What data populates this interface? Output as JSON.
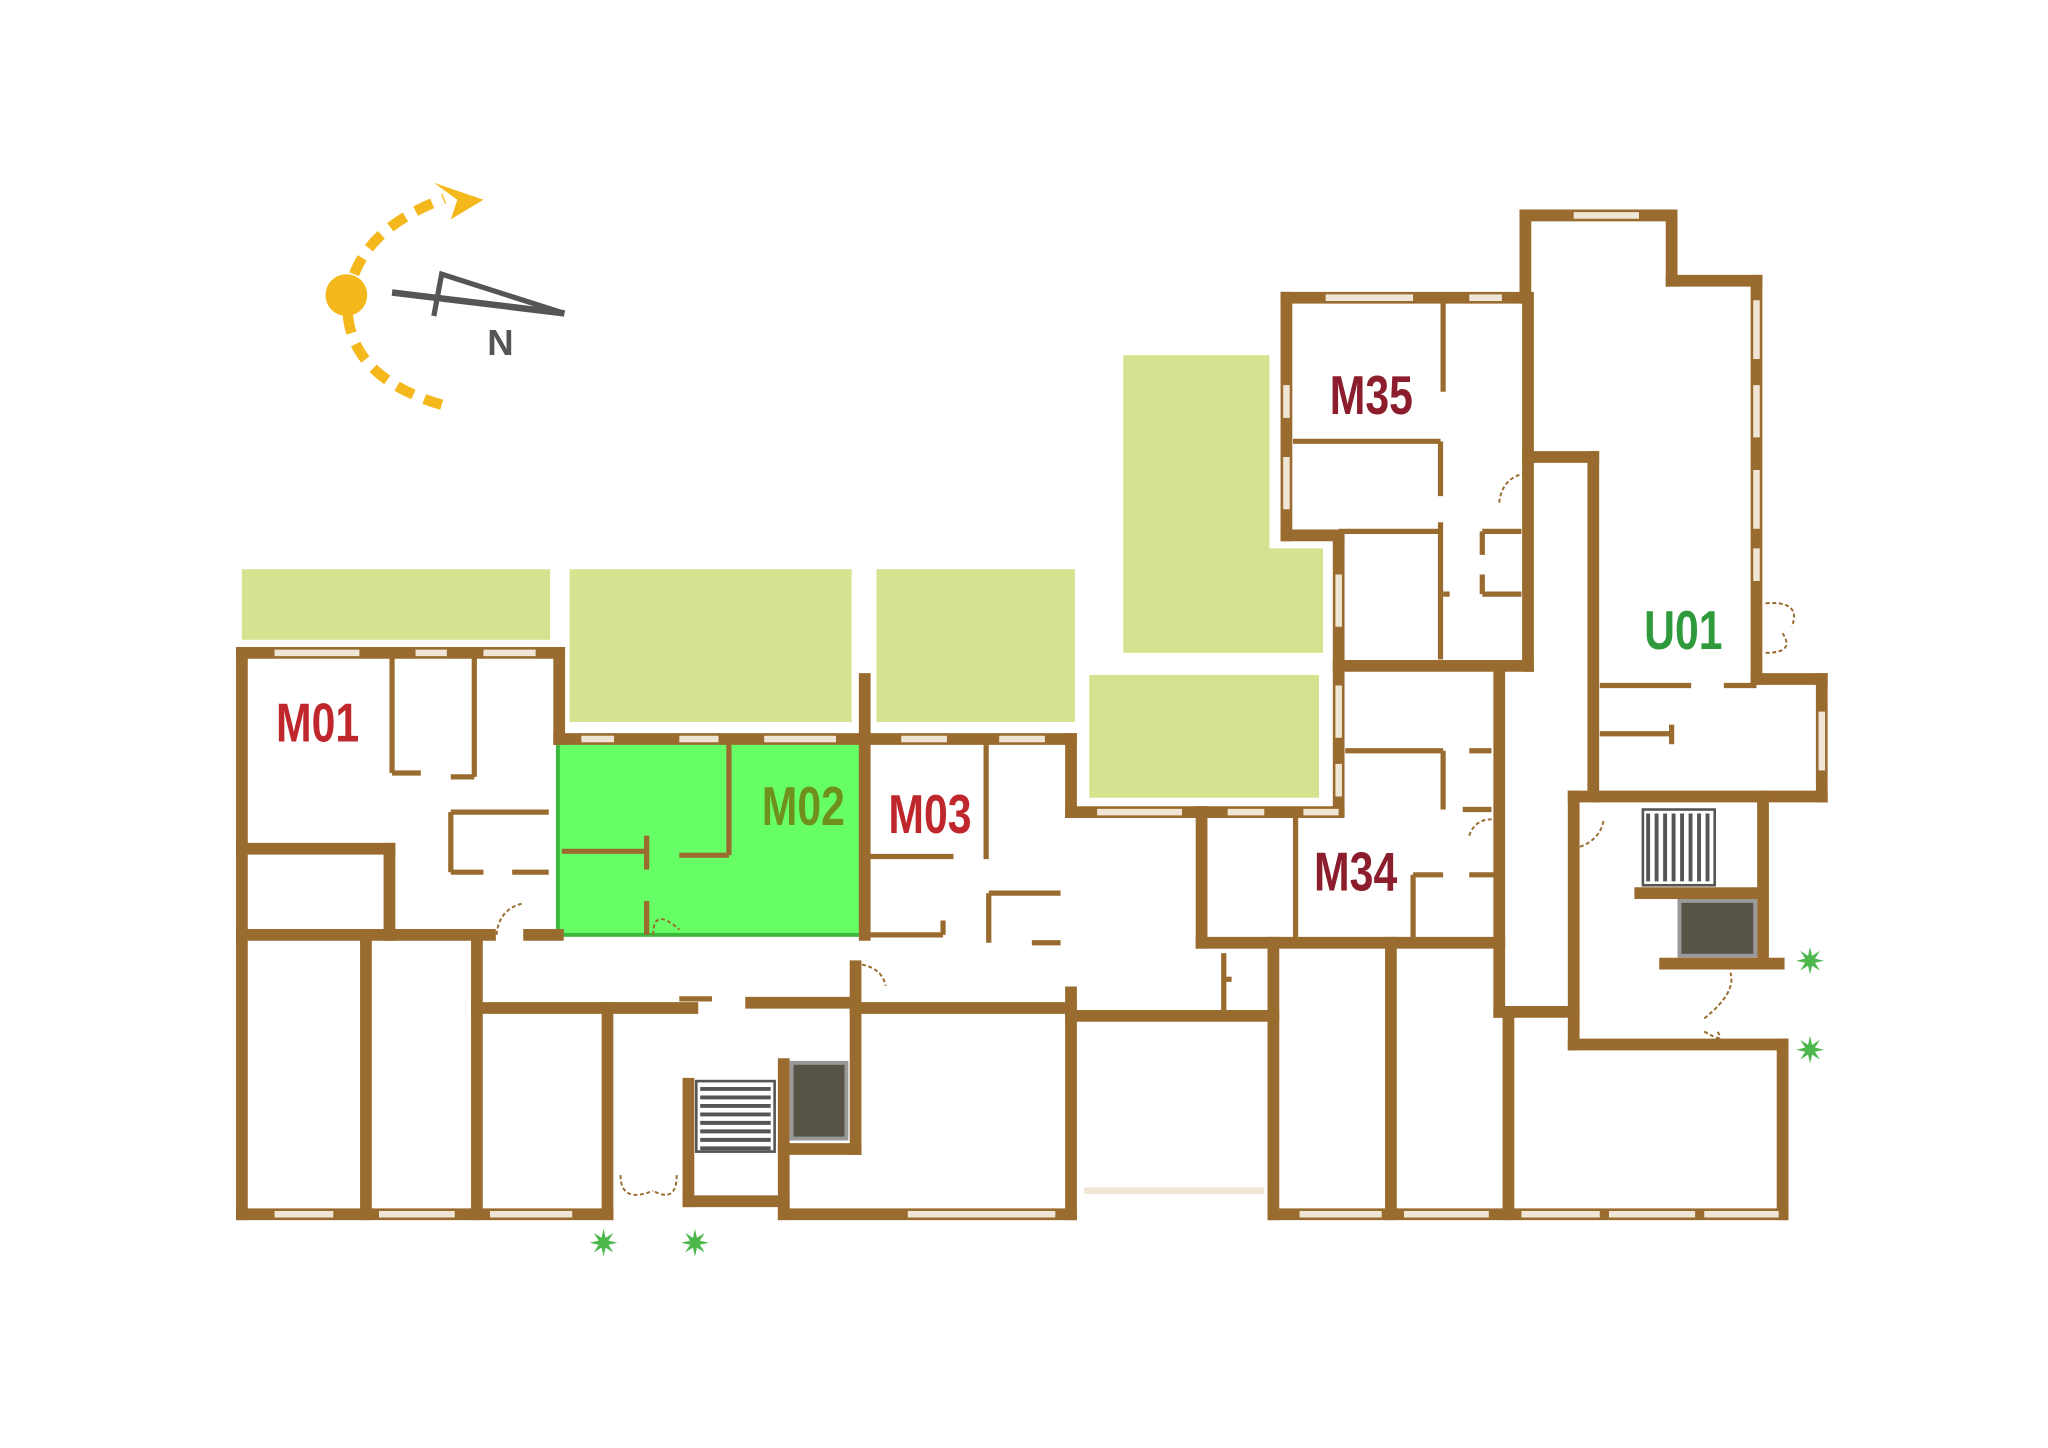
{
  "map": {
    "compass": {
      "north_label": "N"
    },
    "units": [
      {
        "id": "M01",
        "label": "M01",
        "color": "#c0272d",
        "highlighted": false
      },
      {
        "id": "M02",
        "label": "M02",
        "color": "#6f8f1f",
        "highlighted": true
      },
      {
        "id": "M03",
        "label": "M03",
        "color": "#c0272d",
        "highlighted": false
      },
      {
        "id": "M35",
        "label": "M35",
        "color": "#8b1d2c",
        "highlighted": false
      },
      {
        "id": "M34",
        "label": "M34",
        "color": "#8b1d2c",
        "highlighted": false
      },
      {
        "id": "U01",
        "label": "U01",
        "color": "#2e9a3c",
        "highlighted": false
      }
    ],
    "colors": {
      "wall": "#9a6b2e",
      "garden": "#d4e38f",
      "highlight": "#66ff66",
      "sun": "#f5b81c"
    }
  }
}
